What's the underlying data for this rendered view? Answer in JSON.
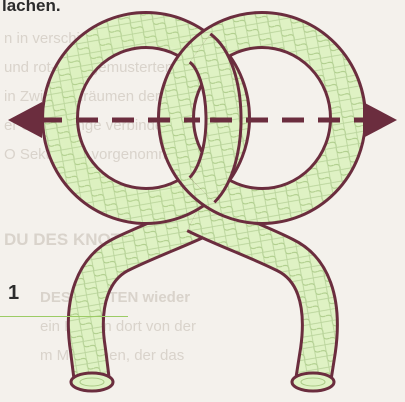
{
  "caption": "lachen.",
  "step": {
    "number": "1"
  },
  "background_text": [
    "n in verschiedenen Größen",
    "und rot-grün gemusterten",
    "in Zwischenräumen der",
    "er Seilschlinge verbindet",
    "O Sekunden vorgenommen",
    "DU DES KNOTENS",
    "DES KNOTEN wieder",
    "ein Knoten dort von der",
    "m Menschen, der das"
  ],
  "colors": {
    "rope_outline": "#6b2d3e",
    "rope_fill": "#dff2c4",
    "rope_fill_highlight": "#c6e796",
    "rope_pattern": "#a9c985",
    "arrow": "#6b2d3e",
    "accent_rule": "#9ccc65"
  },
  "icons": {
    "left_arrow": "arrow-left-icon",
    "right_arrow": "arrow-right-icon"
  }
}
